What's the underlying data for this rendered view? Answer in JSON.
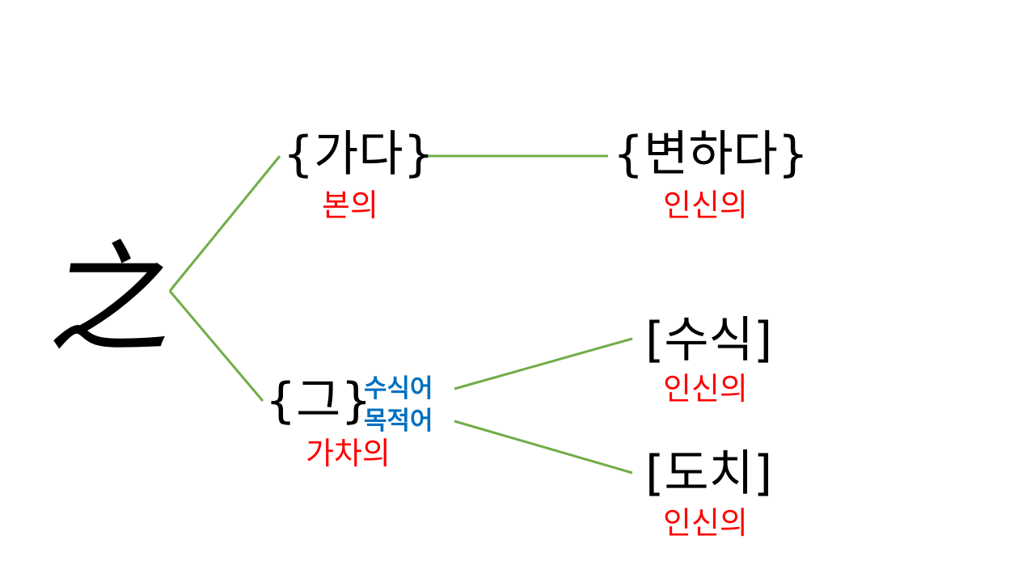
{
  "root": {
    "character": "之"
  },
  "nodes": {
    "go": {
      "term": "{가다}",
      "meaning": "본의"
    },
    "change": {
      "term": "{변하다}",
      "meaning": "인신의"
    },
    "that": {
      "term": "{그}",
      "meaning": "가차의"
    },
    "modify": {
      "term": "[수식]",
      "meaning": "인신의"
    },
    "inversion": {
      "term": "[도치]",
      "meaning": "인신의"
    }
  },
  "roles": {
    "modifier": "수식어",
    "object": "목적어"
  },
  "colors": {
    "line": "#70ad47",
    "meaning": "#ff0000",
    "role": "#0070c0",
    "term": "#000000"
  }
}
